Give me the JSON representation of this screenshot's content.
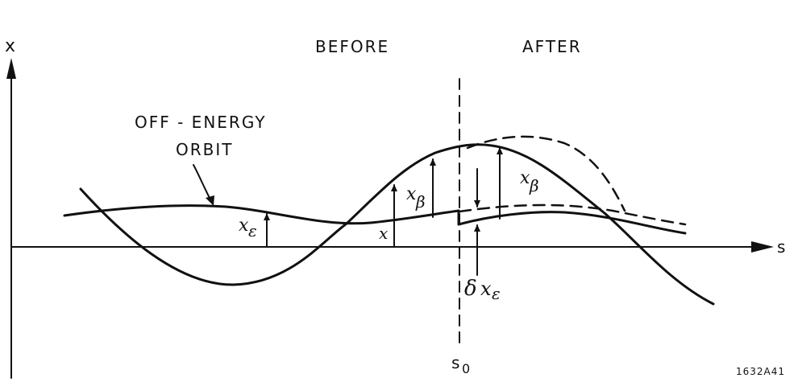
{
  "labels": {
    "axis_x": "x",
    "axis_s": "s",
    "before": "BEFORE",
    "after": "AFTER",
    "off_energy_line1": "OFF - ENERGY",
    "off_energy_line2": "ORBIT",
    "x_epsilon": "x",
    "x_epsilon_sub": "ε",
    "x_beta_left": "x",
    "x_beta_left_sub": "β",
    "x_beta_right": "x",
    "x_beta_right_sub": "β",
    "x_total": "x",
    "delta_x_epsilon_delta": "δ",
    "delta_x_epsilon_x": "x",
    "delta_x_epsilon_sub": "ε",
    "s0": "s",
    "s0_sub": "0",
    "figure_id": "1632A41"
  },
  "colors": {
    "ink": "#111111",
    "background": "#ffffff"
  }
}
